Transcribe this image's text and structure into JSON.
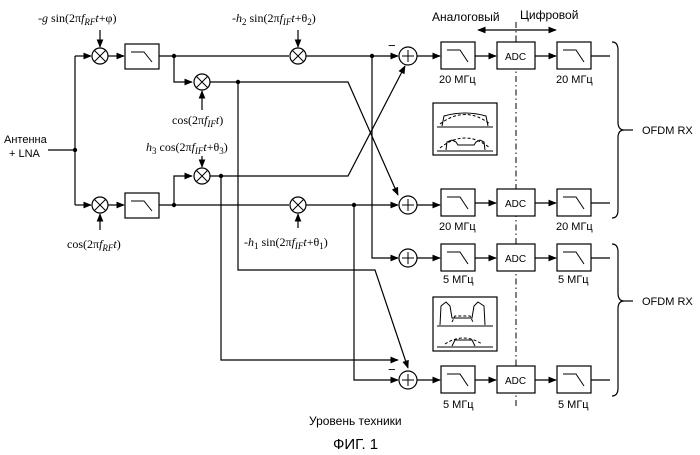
{
  "labels": {
    "antenna_line1": "Антенна",
    "antenna_line2": "+ LNA",
    "analog": "Аналоговый",
    "digital": "Цифровой",
    "ofdm_rx_top": "OFDM RX",
    "ofdm_rx_bottom": "OFDM RX",
    "caption": "Уровень техники",
    "figure": "ФИГ. 1"
  },
  "mixer_labels": {
    "rf_sin": "-g sin(2πf_RF t+φ)",
    "rf_cos": "cos(2πf_RF t)",
    "if_h2": "-h2 sin(2πf_IF t+θ2)",
    "if_cos": "cos(2πf_IF t)",
    "if_h3": "h3 cos(2πf_IF t+θ3)",
    "if_h1": "-h1 sin(2πf_IF t+θ1)"
  },
  "blocks": {
    "adc": "ADC",
    "bw_20": "20 МГц",
    "bw_5": "5 МГц"
  },
  "signs": {
    "minus": "−"
  }
}
